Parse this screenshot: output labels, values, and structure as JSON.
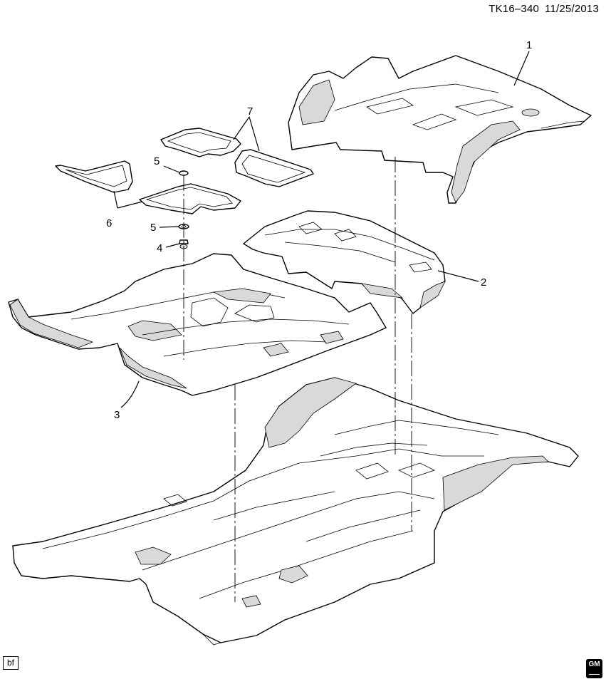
{
  "header": {
    "diagram_id": "TK16–340",
    "date": "11/25/2013"
  },
  "callouts": [
    {
      "id": "c1",
      "text": "1"
    },
    {
      "id": "c2",
      "text": "2"
    },
    {
      "id": "c3",
      "text": "3"
    },
    {
      "id": "c4",
      "text": "4"
    },
    {
      "id": "c5a",
      "text": "5"
    },
    {
      "id": "c5b",
      "text": "5"
    },
    {
      "id": "c6",
      "text": "6"
    },
    {
      "id": "c7",
      "text": "7"
    }
  ],
  "footer": {
    "tag": "bf",
    "logo_text": "GM"
  }
}
